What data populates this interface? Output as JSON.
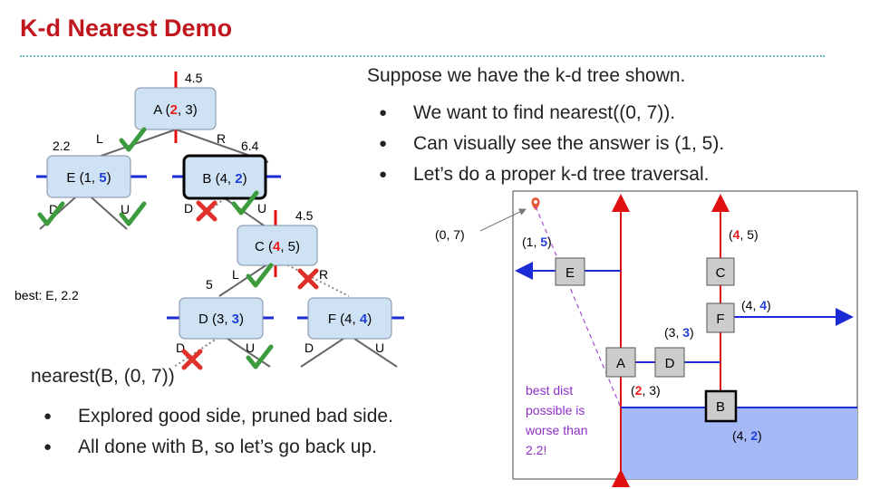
{
  "slide": {
    "title": "K-d Nearest Demo",
    "intro": "Suppose we have the k-d tree shown.",
    "bullets_right": [
      "We want to find nearest((0, 7)).",
      "Can visually see the answer is (1, 5).",
      "Let’s do a proper k-d tree traversal."
    ],
    "call": "nearest(B, (0, 7))",
    "bullets_left": [
      "Explored good side, pruned bad side.",
      "All done with B, so let’s go back up."
    ],
    "best_label": "best: E, 2.2"
  },
  "tree": {
    "nodes": {
      "A": {
        "name": "A",
        "open": " (",
        "x": "2",
        "sep": ", ",
        "y": "3",
        "close": ")",
        "emphasis": "x"
      },
      "E": {
        "name": "E",
        "open": " (",
        "x": "1",
        "sep": ", ",
        "y": "5",
        "close": ")",
        "emphasis": "y"
      },
      "B": {
        "name": "B",
        "open": " (",
        "x": "4",
        "sep": ", ",
        "y": "2",
        "close": ")",
        "emphasis": "y"
      },
      "C": {
        "name": "C",
        "open": " (",
        "x": "4",
        "sep": ", ",
        "y": "5",
        "close": ")",
        "emphasis": "x"
      },
      "D": {
        "name": "D",
        "open": " (",
        "x": "3",
        "sep": ", ",
        "y": "3",
        "close": ")",
        "emphasis": "y"
      },
      "F": {
        "name": "F",
        "open": " (",
        "x": "4",
        "sep": ", ",
        "y": "4",
        "close": ")",
        "emphasis": "y"
      }
    },
    "distances": {
      "A": "4.5",
      "E": "2.2",
      "B": "6.4",
      "C": "4.5",
      "D": "5"
    },
    "edge_labels": {
      "left": "L",
      "right": "R",
      "down": "D",
      "up": "U"
    }
  },
  "plot": {
    "query_label": "(0, 7)",
    "point_labels": {
      "E": {
        "open": "(",
        "x": "1",
        "sep": ", ",
        "y": "5",
        "close": ")",
        "emphasis": "y"
      },
      "C": {
        "open": "(",
        "x": "4",
        "sep": ", ",
        "y": "5",
        "close": ")",
        "emphasis": "x"
      },
      "F": {
        "open": "(",
        "x": "4",
        "sep": ", ",
        "y": "4",
        "close": ")",
        "emphasis": "y"
      },
      "D": {
        "open": "(",
        "x": "3",
        "sep": ", ",
        "y": "3",
        "close": ")",
        "emphasis": "y"
      },
      "A": {
        "open": "(",
        "x": "2",
        "sep": ", ",
        "y": "3",
        "close": ")",
        "emphasis": "x"
      },
      "B": {
        "open": "(",
        "x": "4",
        "sep": ", ",
        "y": "2",
        "close": ")",
        "emphasis": "y"
      }
    },
    "box_labels": {
      "E": "E",
      "C": "C",
      "F": "F",
      "A": "A",
      "D": "D",
      "B": "B"
    },
    "note_lines": [
      "best dist",
      "possible is",
      "worse than",
      "2.2!"
    ]
  },
  "colors": {
    "title": "#c0161d",
    "x_emphasis": "#ee1c1c",
    "y_emphasis": "#1f3fd6",
    "node_fill": "#cfe2f3",
    "check": "#3c9b3c",
    "cross": "#e0322b",
    "region_fill": "#a4b9f5",
    "note": "#8e2fc9"
  }
}
